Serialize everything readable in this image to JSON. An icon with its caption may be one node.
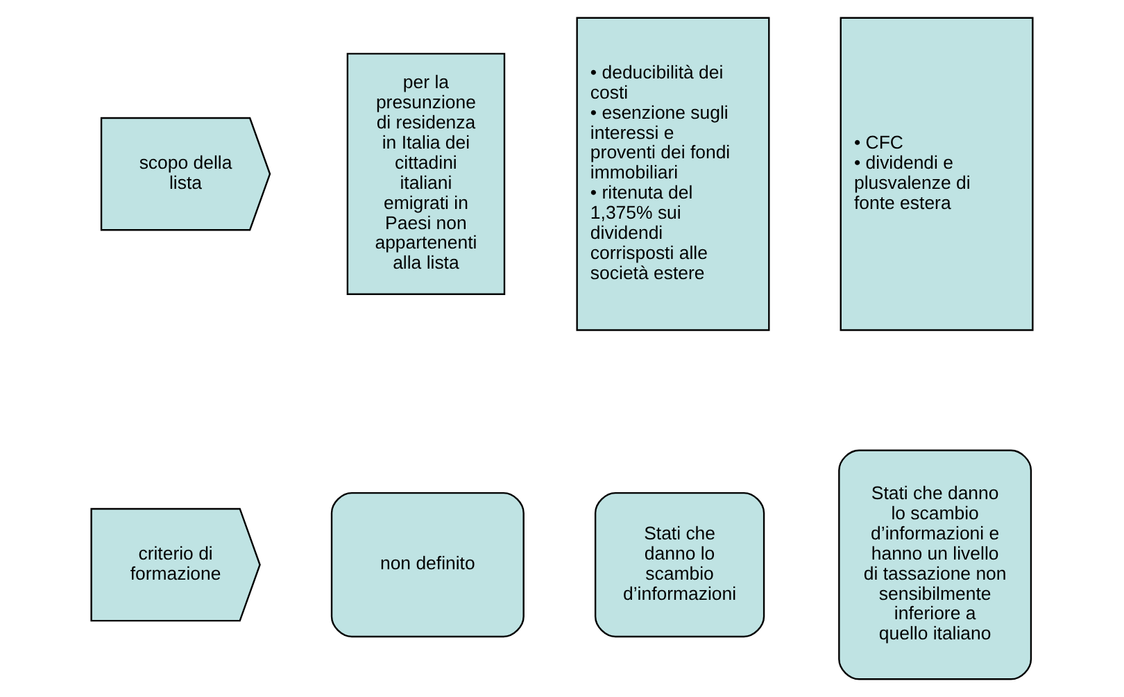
{
  "diagram": {
    "nodes": [
      {
        "text": [
          "scopo della lista"
        ]
      },
      {
        "text": [
          "per la presunzione di residenza in Italia dei cittadini italiani emigrati in Paesi non appartenenti alla lista"
        ]
      },
      {
        "text": [
          "• deducibilità dei costi",
          "• esenzione sugli interessi e proventi dei fondi immobiliari",
          "• ritenuta del 1,375% sui dividendi corrisposti alle società estere"
        ]
      },
      {
        "text": [
          "• CFC",
          "• dividendi e plusvalenze di fonte estera"
        ]
      },
      {
        "text": [
          "criterio di formazione"
        ]
      },
      {
        "text": [
          "non definito"
        ]
      },
      {
        "text": [
          "Stati che danno lo scambio d’informazioni"
        ]
      },
      {
        "text": [
          "Stati che danno lo scambio d’informazioni e hanno un livello di tassazione non sensibilmente inferiore a quello italiano"
        ]
      }
    ],
    "edges": []
  }
}
